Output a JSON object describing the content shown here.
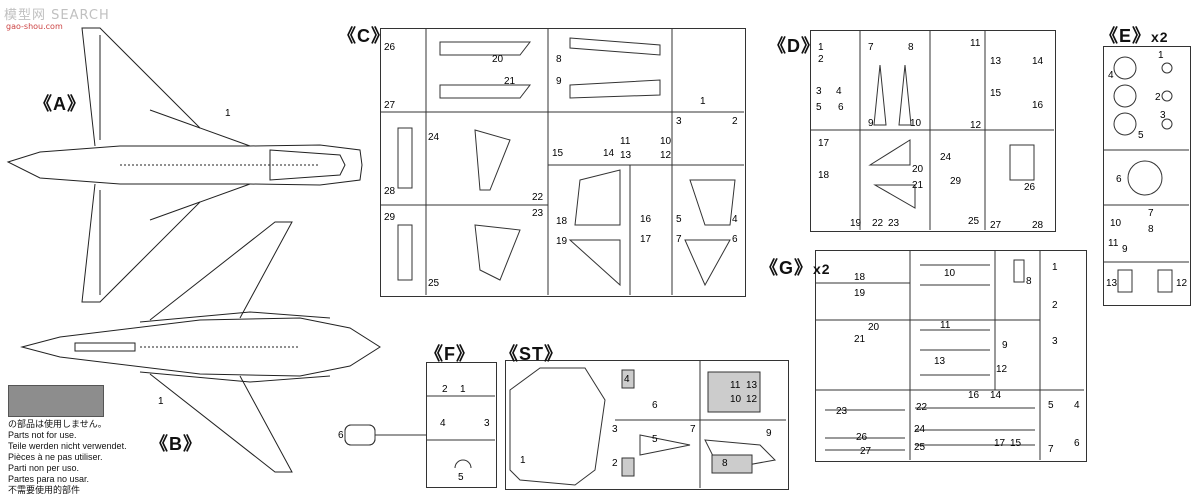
{
  "watermark": {
    "main": "模型网 SEARCH",
    "sub": "gao-shou.com"
  },
  "aircraft_views": [
    {
      "label": "《A》",
      "part": "1"
    },
    {
      "label": "《B》",
      "part": "1"
    }
  ],
  "sprues": {
    "C": {
      "label": "《C》",
      "parts": [
        "26",
        "20",
        "8",
        "27",
        "21",
        "9",
        "1",
        "28",
        "24",
        "22",
        "11",
        "10",
        "13",
        "12",
        "15",
        "14",
        "3",
        "2",
        "23",
        "29",
        "18",
        "16",
        "5",
        "4",
        "19",
        "17",
        "7",
        "6",
        "25"
      ]
    },
    "D": {
      "label": "《D》",
      "parts": [
        "1",
        "2",
        "3",
        "4",
        "5",
        "6",
        "7",
        "8",
        "9",
        "10",
        "11",
        "12",
        "13",
        "14",
        "15",
        "16",
        "17",
        "18",
        "19",
        "20",
        "21",
        "22",
        "23",
        "24",
        "25",
        "26",
        "27",
        "28",
        "29"
      ]
    },
    "E": {
      "label": "《E》",
      "multiplier": "x2",
      "parts": [
        "1",
        "2",
        "3",
        "4",
        "5",
        "6",
        "7",
        "8",
        "9",
        "10",
        "11",
        "12",
        "13"
      ]
    },
    "F": {
      "label": "《F》",
      "parts": [
        "1",
        "2",
        "3",
        "4",
        "5",
        "6"
      ]
    },
    "ST": {
      "label": "《ST》",
      "parts": [
        "1",
        "2",
        "3",
        "4",
        "5",
        "6",
        "7",
        "8",
        "9",
        "10",
        "11",
        "12",
        "13"
      ]
    },
    "G": {
      "label": "《G》",
      "multiplier": "x2",
      "parts": [
        "1",
        "2",
        "3",
        "4",
        "5",
        "6",
        "7",
        "8",
        "9",
        "10",
        "11",
        "12",
        "13",
        "14",
        "15",
        "16",
        "17",
        "18",
        "19",
        "20",
        "21",
        "22",
        "23",
        "24",
        "25",
        "26",
        "27"
      ]
    }
  },
  "legend": {
    "swatch_color": "#8d8d8d",
    "lines": [
      "の部品は使用しません。",
      "Parts not for use.",
      "Teile werden nicht verwendet.",
      "Pièces à ne pas utiliser.",
      "Parti non per uso.",
      "Partes para no usar.",
      "不需要使用的部件"
    ]
  }
}
